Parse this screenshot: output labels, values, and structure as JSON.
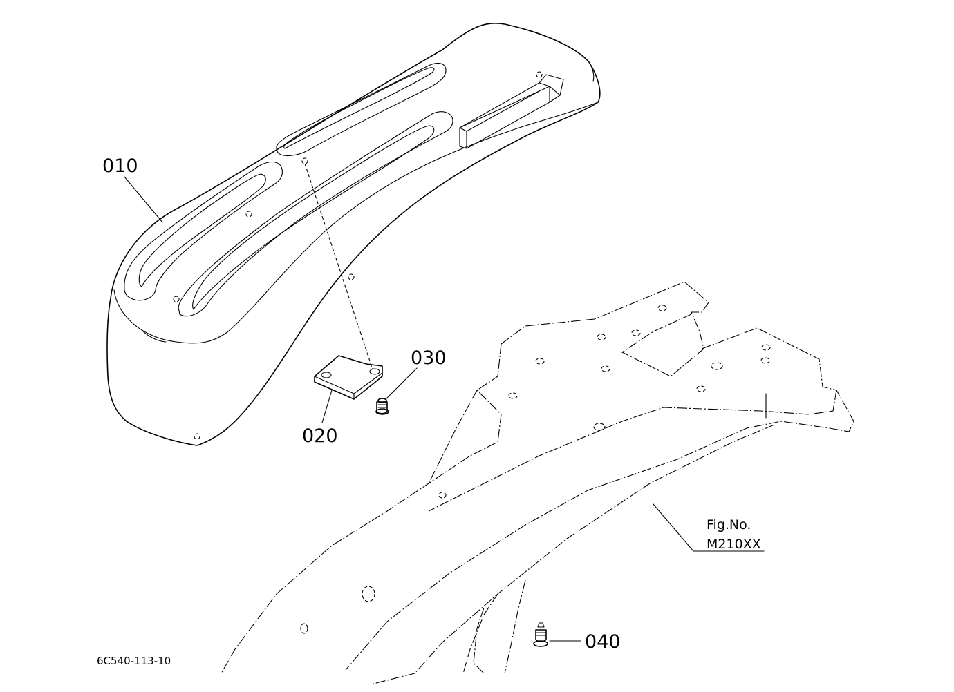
{
  "drawing": {
    "parts": [
      {
        "callout": "010"
      },
      {
        "callout": "020"
      },
      {
        "callout": "030"
      },
      {
        "callout": "040"
      }
    ],
    "reference": {
      "line1": "Fig.No.",
      "line2": "M210XX"
    },
    "drawing_number": "6C540-113-10"
  }
}
